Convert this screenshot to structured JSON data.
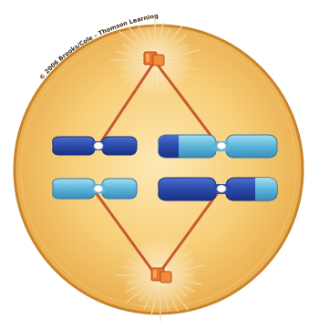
{
  "figure": {
    "copyright": "© 2006 Brooks/Cole – Thomson Learning"
  },
  "palette": {
    "cell_fill": "#f6c866",
    "cell_border": "#c8842c",
    "cell_highlight": "#fbe2a4",
    "spindle_fiber": "#c65a2e",
    "centrosome": "#e8742c",
    "chromosome_dark": "#2749a6",
    "chromosome_light": "#5bb5d8"
  },
  "chromosomes": [
    {
      "name": "short-chromosome-top",
      "primary_color": "dark_blue"
    },
    {
      "name": "short-chromosome-bottom",
      "primary_color": "light_blue"
    },
    {
      "name": "long-chromosome-top",
      "primary_color": "light_blue"
    },
    {
      "name": "long-chromosome-bottom",
      "primary_color": "dark_blue"
    }
  ]
}
